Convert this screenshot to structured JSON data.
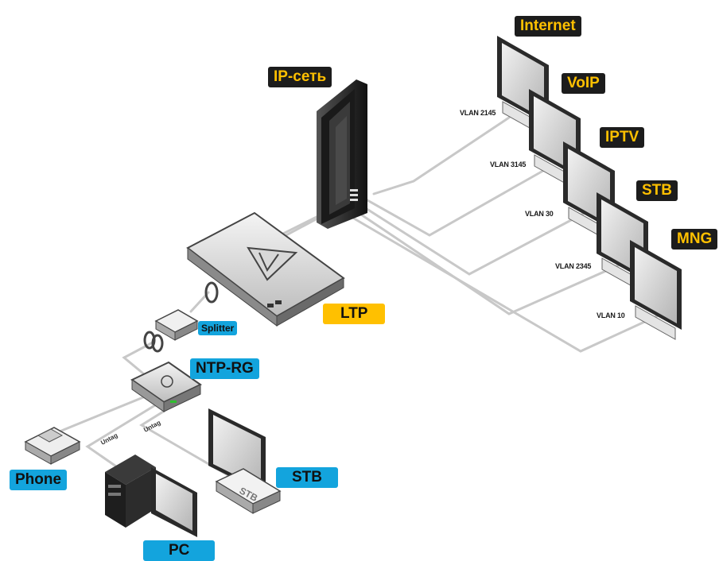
{
  "labels": {
    "internet": "Internet",
    "voip": "VoIP",
    "iptv": "IPTV",
    "stb_top": "STB",
    "mng": "MNG",
    "ip_net": "IP-сеть",
    "ltp": "LTP",
    "splitter": "Splitter",
    "ntp_rg": "NTP-RG",
    "phone": "Phone",
    "stb_bottom": "STB",
    "pc": "PC"
  },
  "vlans": [
    "VLAN 2145",
    "VLAN 3145",
    "VLAN 30",
    "VLAN 2345",
    "VLAN 10"
  ],
  "ports": [
    "Untag",
    "Untag"
  ],
  "device_text": {
    "stb_box": "STB"
  },
  "colors": {
    "dark_label_bg": "#1c1c1c",
    "dark_label_text": "#ffc000",
    "blue_label_bg": "#13a4dd",
    "yellow_label_bg": "#ffc000",
    "line": "#c8c8c8"
  }
}
